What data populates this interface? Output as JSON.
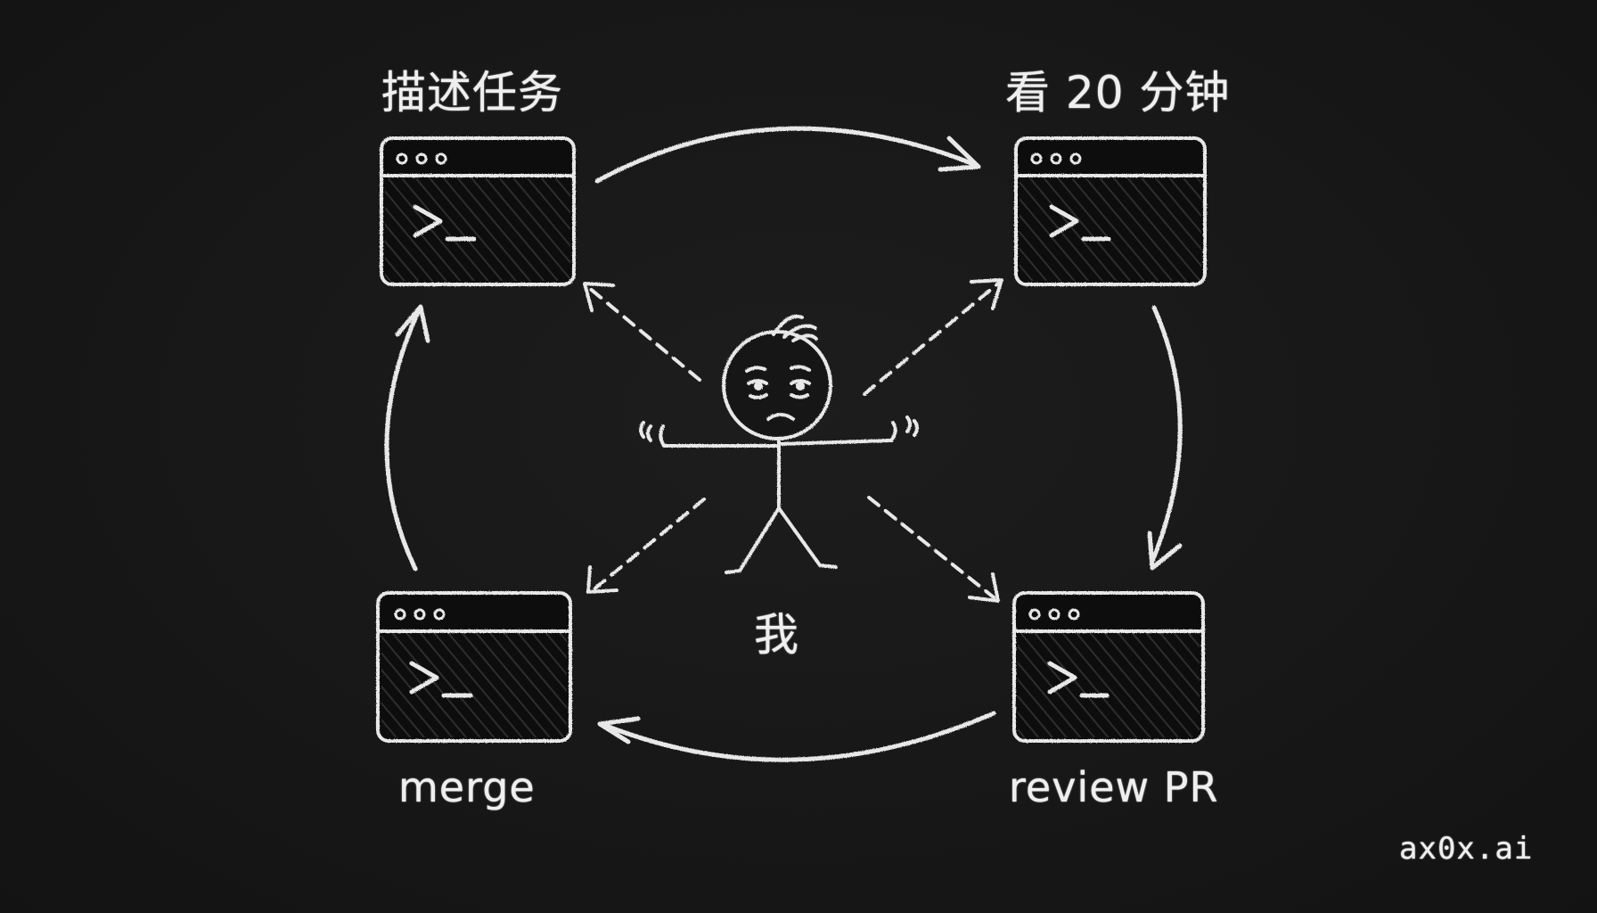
{
  "labels": {
    "top_left": "描述任务",
    "top_right": "看 20 分钟",
    "center": "我",
    "bottom_left": "merge",
    "bottom_right": "review PR"
  },
  "watermark": "ax0x.ai",
  "terminal": {
    "prompt": ">_"
  },
  "colors": {
    "background": "#171717",
    "chalk": "#ececec"
  },
  "icons": [
    "terminal-window-icon",
    "stick-figure-icon"
  ]
}
